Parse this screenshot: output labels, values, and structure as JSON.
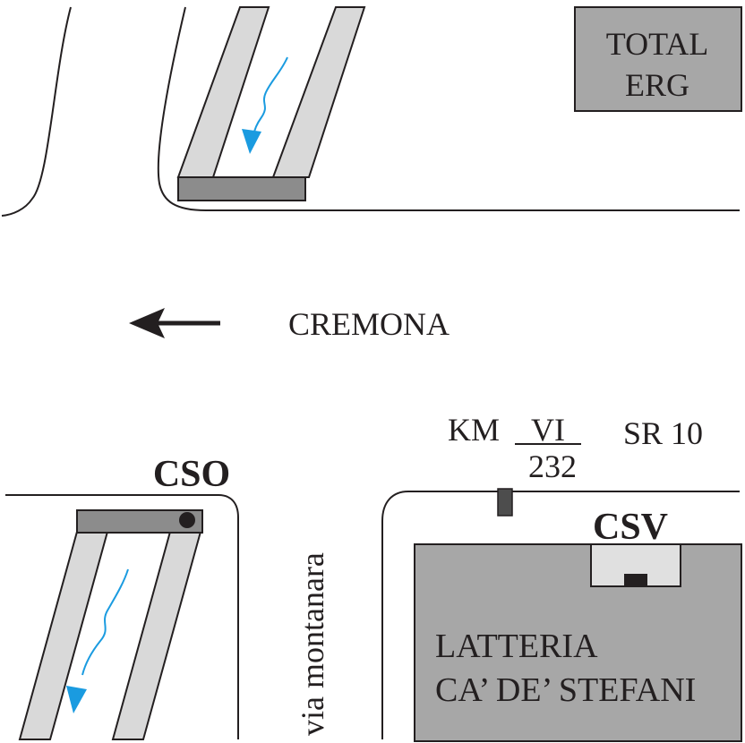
{
  "colors": {
    "background": "#ffffff",
    "road_line": "#231f20",
    "canal_band": "#d9d9d9",
    "bridge": "#8c8c8c",
    "building": "#a7a7a7",
    "marker": "#4d4d4d",
    "flow_arrow": "#1a9be0",
    "text": "#231f20"
  },
  "labels": {
    "total_erg_line1": "TOTAL",
    "total_erg_line2": "ERG",
    "direction": "CREMONA",
    "km_prefix": "KM",
    "km_numerator": "VI",
    "km_denominator": "232",
    "road_code": "SR 10",
    "station_west": "CSO",
    "station_east": "CSV",
    "side_street": "via montanara",
    "building_line1": "LATTERIA",
    "building_line2": "CA’ DE’ STEFANI"
  },
  "icons": {
    "direction_arrow": "left-arrow-icon",
    "flow": "water-flow-icon",
    "sampling_point": "dot-icon",
    "km_marker": "milestone-icon"
  }
}
